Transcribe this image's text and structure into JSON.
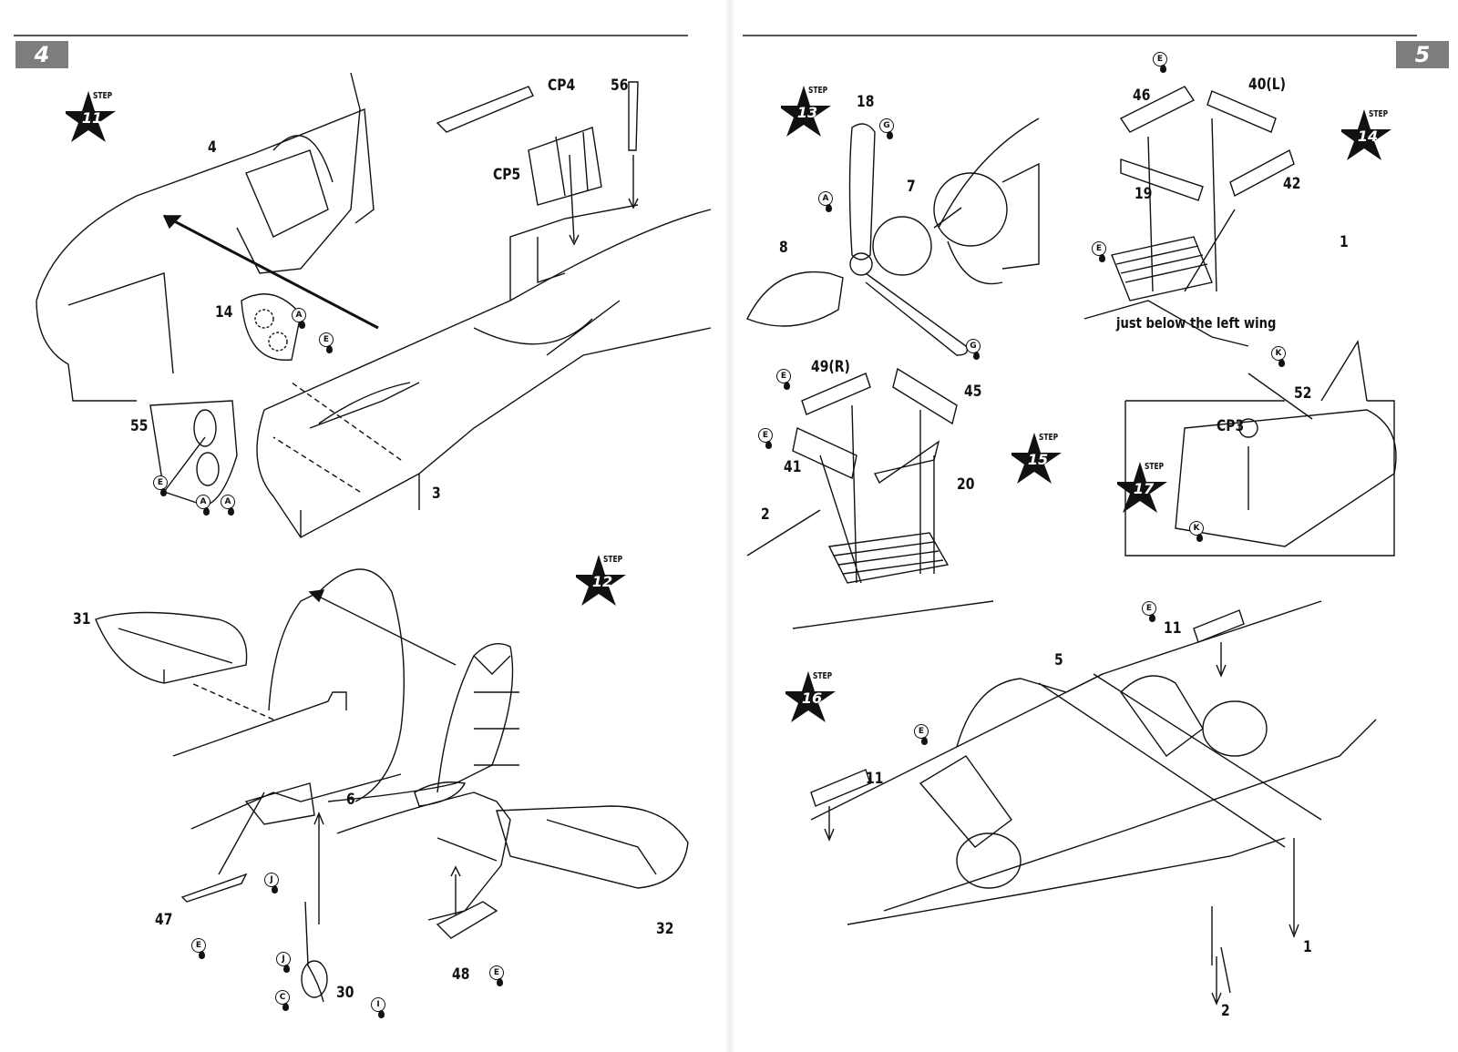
{
  "document": {
    "type": "model kit assembly instructions",
    "left_page": {
      "page_number": "4",
      "steps": [
        {
          "number": "11",
          "badge": "STEP"
        },
        {
          "number": "12",
          "badge": "STEP"
        }
      ],
      "part_labels": {
        "p4": "4",
        "p14": "14",
        "p55": "55",
        "p3": "3",
        "cp4": "CP4",
        "cp5": "CP5",
        "p56": "56",
        "p31": "31",
        "p6": "6",
        "p47": "47",
        "p30": "30",
        "p48": "48",
        "p32": "32"
      },
      "paint_codes": {
        "s11_a1": "A",
        "s11_e1": "E",
        "s11_e2": "E",
        "s11_a2": "A",
        "s11_a3": "A",
        "s12_j1": "J",
        "s12_e1": "E",
        "s12_j2": "J",
        "s12_c1": "C",
        "s12_i1": "I",
        "s12_e2": "E"
      }
    },
    "right_page": {
      "page_number": "5",
      "steps": [
        {
          "number": "13",
          "badge": "STEP"
        },
        {
          "number": "14",
          "badge": "STEP"
        },
        {
          "number": "15",
          "badge": "STEP"
        },
        {
          "number": "16",
          "badge": "STEP"
        },
        {
          "number": "17",
          "badge": "STEP"
        }
      ],
      "part_labels": {
        "p18": "18",
        "p7": "7",
        "p8": "8",
        "p46": "46",
        "p40l": "40(L)",
        "p19": "19",
        "p42": "42",
        "p1a": "1",
        "p49r": "49(R)",
        "p45": "45",
        "p41": "41",
        "p20": "20",
        "p2a": "2",
        "p52": "52",
        "cp3": "CP3",
        "p5": "5",
        "p11a": "11",
        "p11b": "11",
        "p1b": "1",
        "p2b": "2"
      },
      "notes": {
        "left_wing": "just below the left wing"
      },
      "paint_codes": {
        "s13_g1": "G",
        "s13_a1": "A",
        "s13_g2": "G",
        "s14_e1": "E",
        "s14_e2": "E",
        "s15_e1": "E",
        "s15_e2": "E",
        "s17_k1": "K",
        "s17_k2": "K",
        "s16_e1": "E",
        "s16_e2": "E"
      }
    }
  }
}
